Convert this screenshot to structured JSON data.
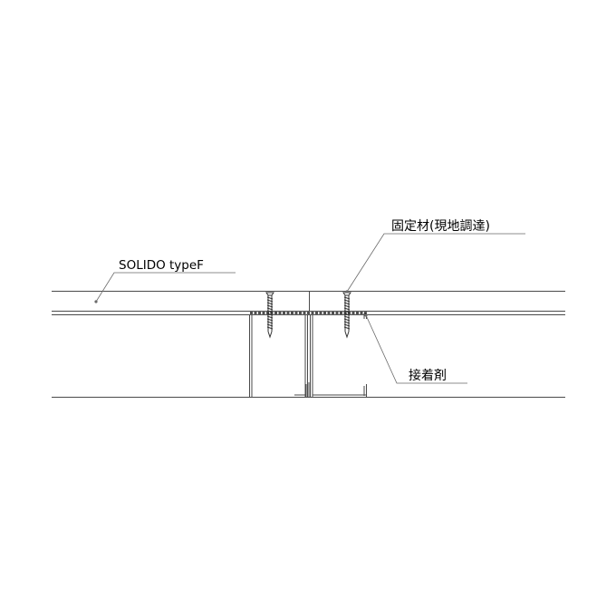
{
  "labels": {
    "product": "SOLIDO typeF",
    "fastener": "固定材(現地調達)",
    "adhesive": "接着剤"
  },
  "colors": {
    "line": "#4a4a4a",
    "leader": "#6a6a6a",
    "text": "#000000",
    "background": "#ffffff"
  }
}
